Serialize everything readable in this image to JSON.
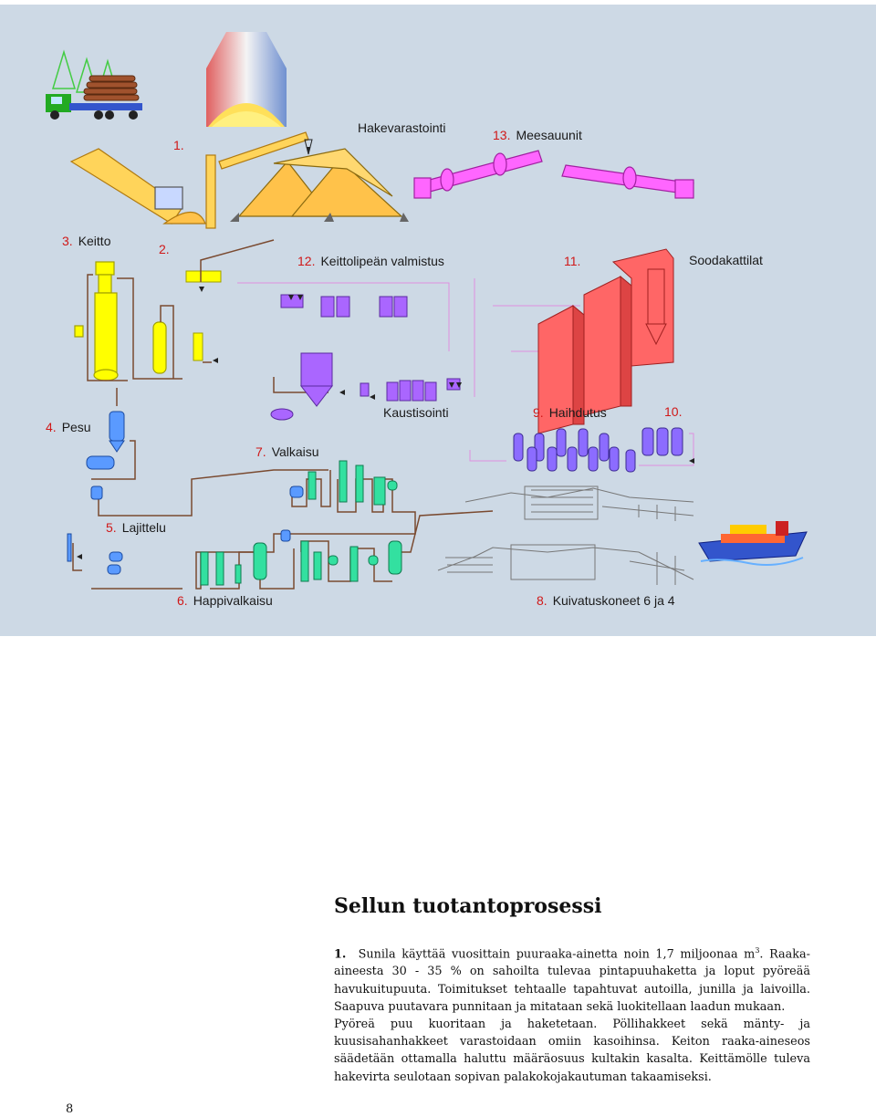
{
  "diagram": {
    "labels": {
      "l1": {
        "num": "1.",
        "text": ""
      },
      "hake": {
        "num": "",
        "text": "Hakevarastointi"
      },
      "l13": {
        "num": "13.",
        "text": "Meesauunit"
      },
      "l3": {
        "num": "3.",
        "text": "Keitto"
      },
      "l2": {
        "num": "2.",
        "text": ""
      },
      "l12": {
        "num": "12.",
        "text": "Keittolipeän valmistus"
      },
      "l11": {
        "num": "11.",
        "text": ""
      },
      "soda": {
        "num": "",
        "text": "Soodakattilat"
      },
      "l4": {
        "num": "4.",
        "text": "Pesu"
      },
      "kaust": {
        "num": "",
        "text": "Kaustisointi"
      },
      "l9": {
        "num": "9.",
        "text": "Haihdutus"
      },
      "l10": {
        "num": "10.",
        "text": ""
      },
      "l7": {
        "num": "7.",
        "text": "Valkaisu"
      },
      "l5": {
        "num": "5.",
        "text": "Lajittelu"
      },
      "l6": {
        "num": "6.",
        "text": "Happivalkaisu"
      },
      "l8": {
        "num": "8.",
        "text": "Kuivatuskoneet 6 ja 4"
      }
    },
    "colors": {
      "background": "#cdd9e5",
      "cooking": "#ffff00",
      "chip_pile": "#ffc24a",
      "lime_kiln": "#ff66ff",
      "recovery_boiler": "#ff6666",
      "evaporation": "#8c6cff",
      "bleaching": "#33e0a0",
      "washing": "#5a9aff",
      "pipe": "#7a4a30",
      "label_number": "#d01818"
    }
  },
  "article": {
    "title": "Sellun tuotantoprosessi",
    "item_number": "1.",
    "paragraph1_a": "Sunila käyttää vuosittain puuraaka-ainetta noin 1,7 miljoonaa m",
    "paragraph1_sup": "3",
    "paragraph1_b": ". Raaka-aineesta 30 - 35 % on sahoilta tulevaa pintapuuhaketta ja loput pyöreää havukuitupuuta. Toimitukset tehtaalle tapahtuvat autoilla, junilla ja laivoilla. Saapuva puutavara punnitaan ja mitataan sekä luokitellaan laadun mukaan.",
    "paragraph2": "Pyöreä puu kuoritaan ja haketetaan. Pöllihakkeet sekä mänty- ja kuusisahanhakkeet varastoidaan omiin kasoihinsa. Keiton raaka-aineseos säädetään ottamalla haluttu määräosuus kultakin kasalta. Keittämölle tuleva hakevirta seulotaan sopivan palakokojakautuman takaamiseksi."
  },
  "page_number": "8"
}
